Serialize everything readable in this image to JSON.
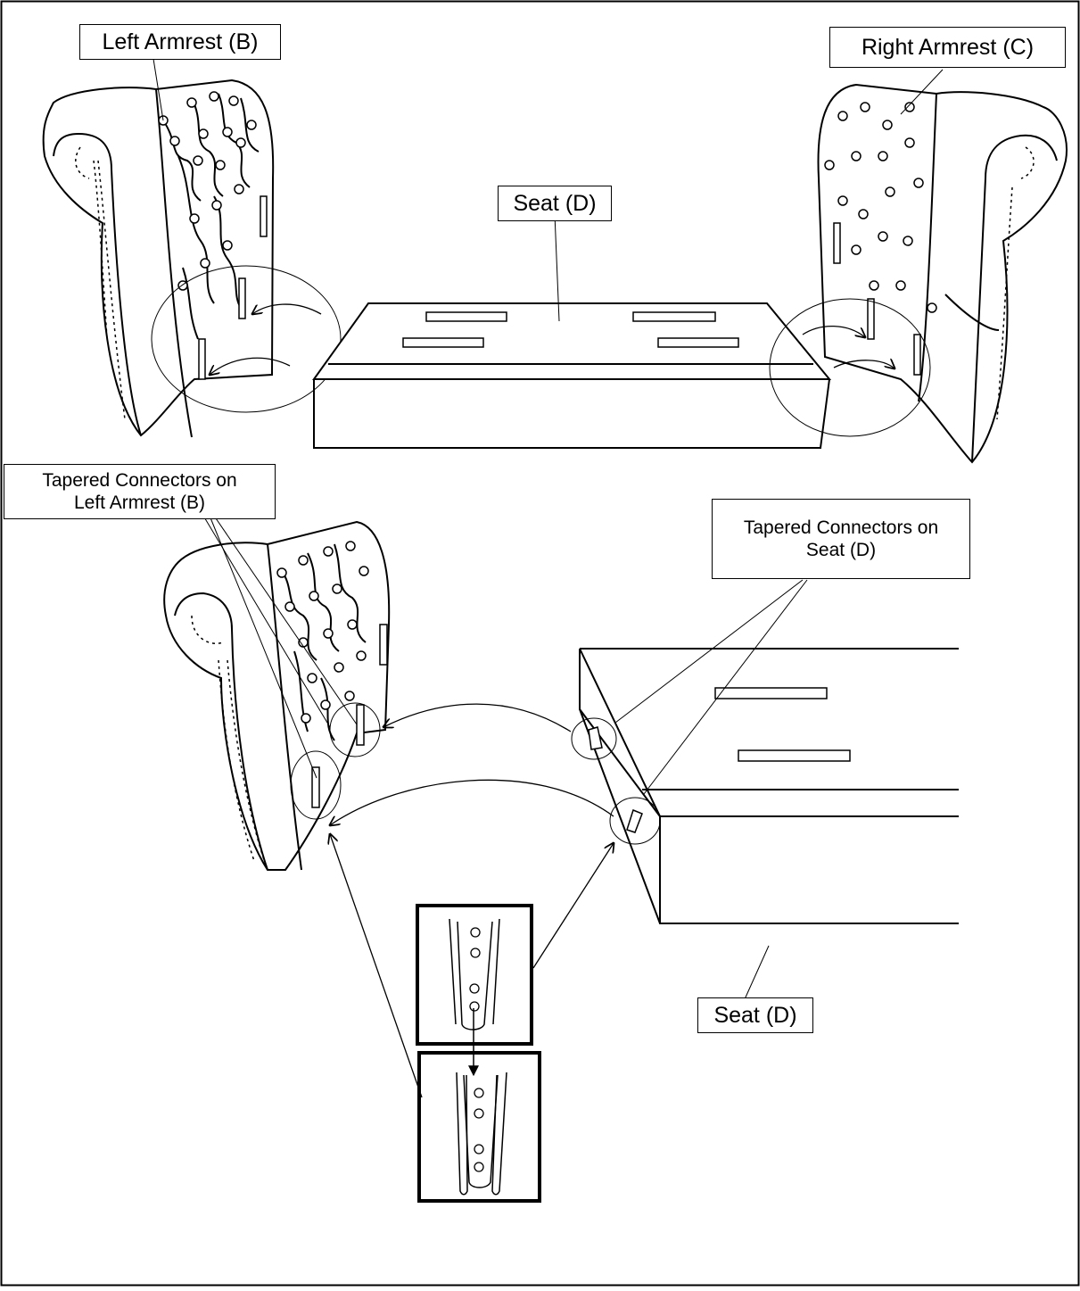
{
  "labels": {
    "left_armrest": "Left Armrest (B)",
    "right_armrest": "Right Armrest (C)",
    "seat_top": "Seat (D)",
    "seat_bottom": "Seat (D)",
    "tapered_left_line1": "Tapered Connectors on",
    "tapered_left_line2": "Left Armrest (B)",
    "tapered_seat_line1": "Tapered Connectors on",
    "tapered_seat_line2": "Seat (D)"
  },
  "colors": {
    "line": "#000000",
    "background": "#ffffff"
  },
  "icons": [
    "armrest-left-drawing",
    "armrest-right-drawing",
    "seat-drawing",
    "tapered-connector-drawing",
    "arrow-icon"
  ]
}
